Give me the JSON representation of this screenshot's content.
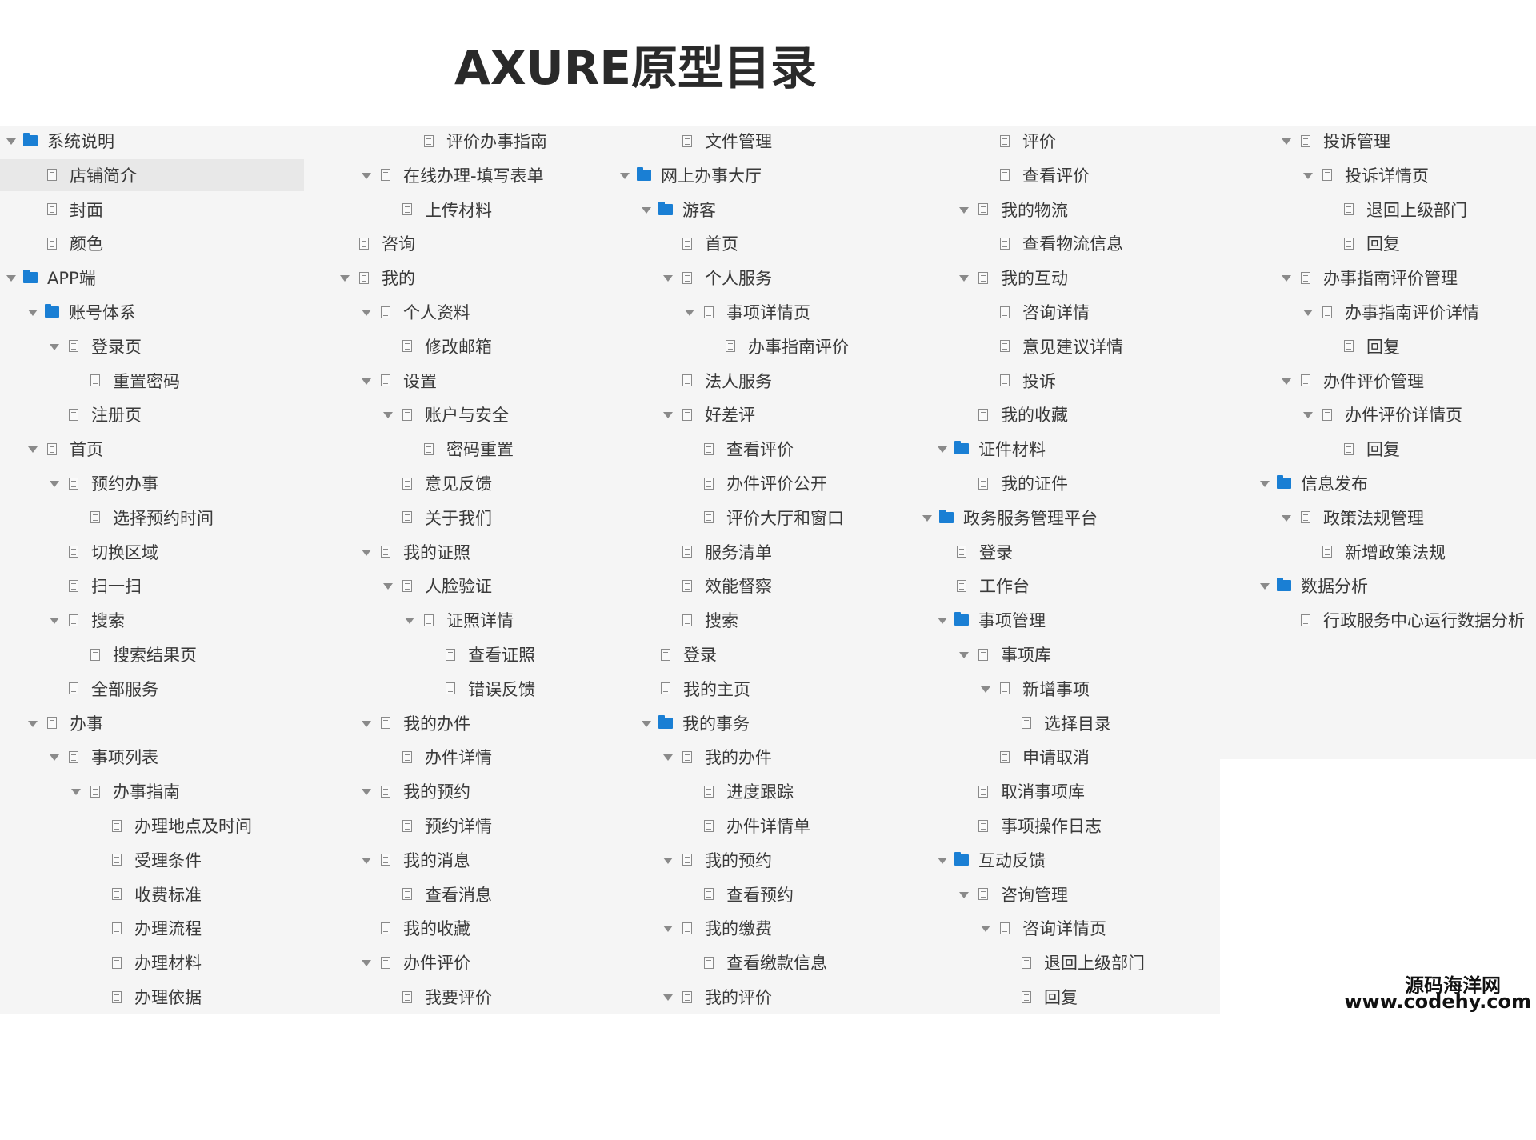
{
  "title": "AXURE原型目录",
  "watermark": {
    "name": "源码海洋网",
    "url": "www.codehy.com"
  },
  "columns": [
    [
      {
        "label": "系统说明",
        "level": 0,
        "icon": "folder",
        "expanded": true
      },
      {
        "label": "店铺简介",
        "level": 1,
        "icon": "page",
        "selected": true
      },
      {
        "label": "封面",
        "level": 1,
        "icon": "page"
      },
      {
        "label": "颜色",
        "level": 1,
        "icon": "page"
      },
      {
        "label": "APP端",
        "level": 0,
        "icon": "folder",
        "expanded": true
      },
      {
        "label": "账号体系",
        "level": 1,
        "icon": "folder",
        "expanded": true
      },
      {
        "label": "登录页",
        "level": 2,
        "icon": "page",
        "expanded": true
      },
      {
        "label": "重置密码",
        "level": 3,
        "icon": "page"
      },
      {
        "label": "注册页",
        "level": 2,
        "icon": "page"
      },
      {
        "label": "首页",
        "level": 1,
        "icon": "page",
        "expanded": true
      },
      {
        "label": "预约办事",
        "level": 2,
        "icon": "page",
        "expanded": true
      },
      {
        "label": "选择预约时间",
        "level": 3,
        "icon": "page"
      },
      {
        "label": "切换区域",
        "level": 2,
        "icon": "page"
      },
      {
        "label": "扫一扫",
        "level": 2,
        "icon": "page"
      },
      {
        "label": "搜索",
        "level": 2,
        "icon": "page",
        "expanded": true
      },
      {
        "label": "搜索结果页",
        "level": 3,
        "icon": "page"
      },
      {
        "label": "全部服务",
        "level": 2,
        "icon": "page"
      },
      {
        "label": "办事",
        "level": 1,
        "icon": "page",
        "expanded": true
      },
      {
        "label": "事项列表",
        "level": 2,
        "icon": "page",
        "expanded": true
      },
      {
        "label": "办事指南",
        "level": 3,
        "icon": "page",
        "expanded": true
      },
      {
        "label": "办理地点及时间",
        "level": 4,
        "icon": "page"
      },
      {
        "label": "受理条件",
        "level": 4,
        "icon": "page"
      },
      {
        "label": "收费标准",
        "level": 4,
        "icon": "page"
      },
      {
        "label": "办理流程",
        "level": 4,
        "icon": "page"
      },
      {
        "label": "办理材料",
        "level": 4,
        "icon": "page"
      },
      {
        "label": "办理依据",
        "level": 4,
        "icon": "page"
      }
    ],
    [
      {
        "label": "评价办事指南",
        "level": 3,
        "icon": "page"
      },
      {
        "label": "在线办理-填写表单",
        "level": 1,
        "icon": "page",
        "expanded": true
      },
      {
        "label": "上传材料",
        "level": 2,
        "icon": "page"
      },
      {
        "label": "咨询",
        "level": 0,
        "icon": "page"
      },
      {
        "label": "我的",
        "level": 0,
        "icon": "page",
        "expanded": true
      },
      {
        "label": "个人资料",
        "level": 1,
        "icon": "page",
        "expanded": true
      },
      {
        "label": "修改邮箱",
        "level": 2,
        "icon": "page"
      },
      {
        "label": "设置",
        "level": 1,
        "icon": "page",
        "expanded": true
      },
      {
        "label": "账户与安全",
        "level": 2,
        "icon": "page",
        "expanded": true
      },
      {
        "label": "密码重置",
        "level": 3,
        "icon": "page"
      },
      {
        "label": "意见反馈",
        "level": 2,
        "icon": "page"
      },
      {
        "label": "关于我们",
        "level": 2,
        "icon": "page"
      },
      {
        "label": "我的证照",
        "level": 1,
        "icon": "page",
        "expanded": true
      },
      {
        "label": "人脸验证",
        "level": 2,
        "icon": "page",
        "expanded": true
      },
      {
        "label": "证照详情",
        "level": 3,
        "icon": "page",
        "expanded": true
      },
      {
        "label": "查看证照",
        "level": 4,
        "icon": "page"
      },
      {
        "label": "错误反馈",
        "level": 4,
        "icon": "page"
      },
      {
        "label": "我的办件",
        "level": 1,
        "icon": "page",
        "expanded": true
      },
      {
        "label": "办件详情",
        "level": 2,
        "icon": "page"
      },
      {
        "label": "我的预约",
        "level": 1,
        "icon": "page",
        "expanded": true
      },
      {
        "label": "预约详情",
        "level": 2,
        "icon": "page"
      },
      {
        "label": "我的消息",
        "level": 1,
        "icon": "page",
        "expanded": true
      },
      {
        "label": "查看消息",
        "level": 2,
        "icon": "page"
      },
      {
        "label": "我的收藏",
        "level": 1,
        "icon": "page"
      },
      {
        "label": "办件评价",
        "level": 1,
        "icon": "page",
        "expanded": true
      },
      {
        "label": "我要评价",
        "level": 2,
        "icon": "page"
      }
    ],
    [
      {
        "label": "文件管理",
        "level": 2,
        "icon": "page"
      },
      {
        "label": "网上办事大厅",
        "level": 0,
        "icon": "folder",
        "expanded": true
      },
      {
        "label": "游客",
        "level": 1,
        "icon": "folder",
        "expanded": true
      },
      {
        "label": "首页",
        "level": 2,
        "icon": "page"
      },
      {
        "label": "个人服务",
        "level": 2,
        "icon": "page",
        "expanded": true
      },
      {
        "label": "事项详情页",
        "level": 3,
        "icon": "page",
        "expanded": true
      },
      {
        "label": "办事指南评价",
        "level": 4,
        "icon": "page"
      },
      {
        "label": "法人服务",
        "level": 2,
        "icon": "page"
      },
      {
        "label": "好差评",
        "level": 2,
        "icon": "page",
        "expanded": true
      },
      {
        "label": "查看评价",
        "level": 3,
        "icon": "page"
      },
      {
        "label": "办件评价公开",
        "level": 3,
        "icon": "page"
      },
      {
        "label": "评价大厅和窗口",
        "level": 3,
        "icon": "page"
      },
      {
        "label": "服务清单",
        "level": 2,
        "icon": "page"
      },
      {
        "label": "效能督察",
        "level": 2,
        "icon": "page"
      },
      {
        "label": "搜索",
        "level": 2,
        "icon": "page"
      },
      {
        "label": "登录",
        "level": 1,
        "icon": "page"
      },
      {
        "label": "我的主页",
        "level": 1,
        "icon": "page"
      },
      {
        "label": "我的事务",
        "level": 1,
        "icon": "folder",
        "expanded": true
      },
      {
        "label": "我的办件",
        "level": 2,
        "icon": "page",
        "expanded": true
      },
      {
        "label": "进度跟踪",
        "level": 3,
        "icon": "page"
      },
      {
        "label": "办件详情单",
        "level": 3,
        "icon": "page"
      },
      {
        "label": "我的预约",
        "level": 2,
        "icon": "page",
        "expanded": true
      },
      {
        "label": "查看预约",
        "level": 3,
        "icon": "page"
      },
      {
        "label": "我的缴费",
        "level": 2,
        "icon": "page",
        "expanded": true
      },
      {
        "label": "查看缴款信息",
        "level": 3,
        "icon": "page"
      },
      {
        "label": "我的评价",
        "level": 2,
        "icon": "page",
        "expanded": true
      }
    ],
    [
      {
        "label": "评价",
        "level": 3,
        "icon": "page"
      },
      {
        "label": "查看评价",
        "level": 3,
        "icon": "page"
      },
      {
        "label": "我的物流",
        "level": 2,
        "icon": "page",
        "expanded": true
      },
      {
        "label": "查看物流信息",
        "level": 3,
        "icon": "page"
      },
      {
        "label": "我的互动",
        "level": 2,
        "icon": "page",
        "expanded": true
      },
      {
        "label": "咨询详情",
        "level": 3,
        "icon": "page"
      },
      {
        "label": "意见建议详情",
        "level": 3,
        "icon": "page"
      },
      {
        "label": "投诉",
        "level": 3,
        "icon": "page"
      },
      {
        "label": "我的收藏",
        "level": 2,
        "icon": "page"
      },
      {
        "label": "证件材料",
        "level": 1,
        "icon": "folder",
        "expanded": true
      },
      {
        "label": "我的证件",
        "level": 2,
        "icon": "page"
      },
      {
        "label": "政务服务管理平台",
        "level": 0,
        "icon": "folder",
        "expanded": true
      },
      {
        "label": "登录",
        "level": 1,
        "icon": "page"
      },
      {
        "label": "工作台",
        "level": 1,
        "icon": "page"
      },
      {
        "label": "事项管理",
        "level": 1,
        "icon": "folder",
        "expanded": true
      },
      {
        "label": "事项库",
        "level": 2,
        "icon": "page",
        "expanded": true
      },
      {
        "label": "新增事项",
        "level": 3,
        "icon": "page",
        "expanded": true
      },
      {
        "label": "选择目录",
        "level": 4,
        "icon": "page"
      },
      {
        "label": "申请取消",
        "level": 3,
        "icon": "page"
      },
      {
        "label": "取消事项库",
        "level": 2,
        "icon": "page"
      },
      {
        "label": "事项操作日志",
        "level": 2,
        "icon": "page"
      },
      {
        "label": "互动反馈",
        "level": 1,
        "icon": "folder",
        "expanded": true
      },
      {
        "label": "咨询管理",
        "level": 2,
        "icon": "page",
        "expanded": true
      },
      {
        "label": "咨询详情页",
        "level": 3,
        "icon": "page",
        "expanded": true
      },
      {
        "label": "退回上级部门",
        "level": 4,
        "icon": "page"
      },
      {
        "label": "回复",
        "level": 4,
        "icon": "page"
      }
    ],
    [
      {
        "label": "投诉管理",
        "level": 1,
        "icon": "page",
        "expanded": true
      },
      {
        "label": "投诉详情页",
        "level": 2,
        "icon": "page",
        "expanded": true
      },
      {
        "label": "退回上级部门",
        "level": 3,
        "icon": "page"
      },
      {
        "label": "回复",
        "level": 3,
        "icon": "page"
      },
      {
        "label": "办事指南评价管理",
        "level": 1,
        "icon": "page",
        "expanded": true
      },
      {
        "label": "办事指南评价详情",
        "level": 2,
        "icon": "page",
        "expanded": true
      },
      {
        "label": "回复",
        "level": 3,
        "icon": "page"
      },
      {
        "label": "办件评价管理",
        "level": 1,
        "icon": "page",
        "expanded": true
      },
      {
        "label": "办件评价详情页",
        "level": 2,
        "icon": "page",
        "expanded": true
      },
      {
        "label": "回复",
        "level": 3,
        "icon": "page"
      },
      {
        "label": "信息发布",
        "level": 0,
        "icon": "folder",
        "expanded": true
      },
      {
        "label": "政策法规管理",
        "level": 1,
        "icon": "page",
        "expanded": true
      },
      {
        "label": "新增政策法规",
        "level": 2,
        "icon": "page"
      },
      {
        "label": "数据分析",
        "level": 0,
        "icon": "folder",
        "expanded": true
      },
      {
        "label": "行政服务中心运行数据分析",
        "level": 1,
        "icon": "page"
      }
    ]
  ]
}
